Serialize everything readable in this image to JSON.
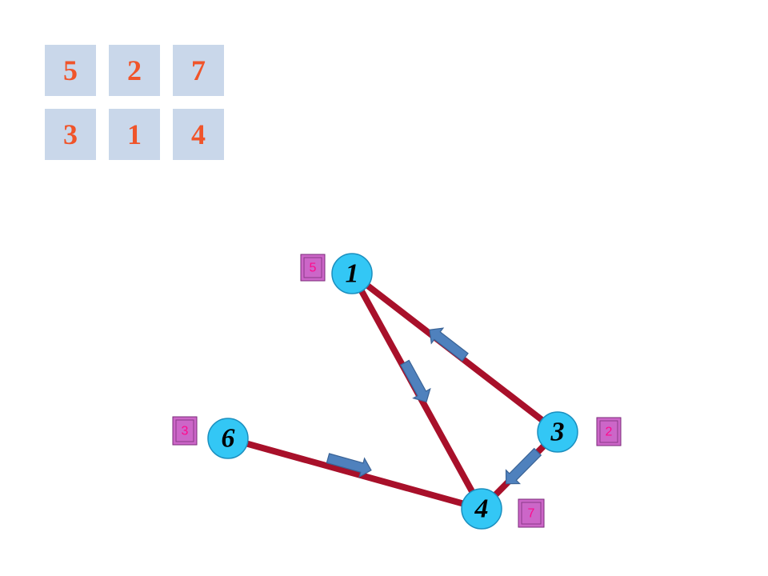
{
  "number_grid": [
    [
      "5",
      "2",
      "7"
    ],
    [
      "3",
      "1",
      "4"
    ]
  ],
  "graph": {
    "nodes": [
      {
        "label": "1",
        "weight": "5"
      },
      {
        "label": "3",
        "weight": "2"
      },
      {
        "label": "4",
        "weight": "7"
      },
      {
        "label": "6",
        "weight": "3"
      }
    ],
    "edges": [
      {
        "from": "1",
        "to": "4",
        "direction": "1→4"
      },
      {
        "from": "3",
        "to": "1",
        "direction": "3→1"
      },
      {
        "from": "3",
        "to": "4",
        "direction": "3→4"
      },
      {
        "from": "6",
        "to": "4",
        "direction": "6→4"
      }
    ]
  },
  "colors": {
    "grid_cell_bg": "#c9d7ea",
    "grid_text": "#f0542a",
    "edge": "#a8102a",
    "node_fill": "#33c7f5",
    "arrow_fill": "#4f81bd",
    "weight_box": "#cc66c8",
    "weight_text": "#ff0a8c"
  }
}
